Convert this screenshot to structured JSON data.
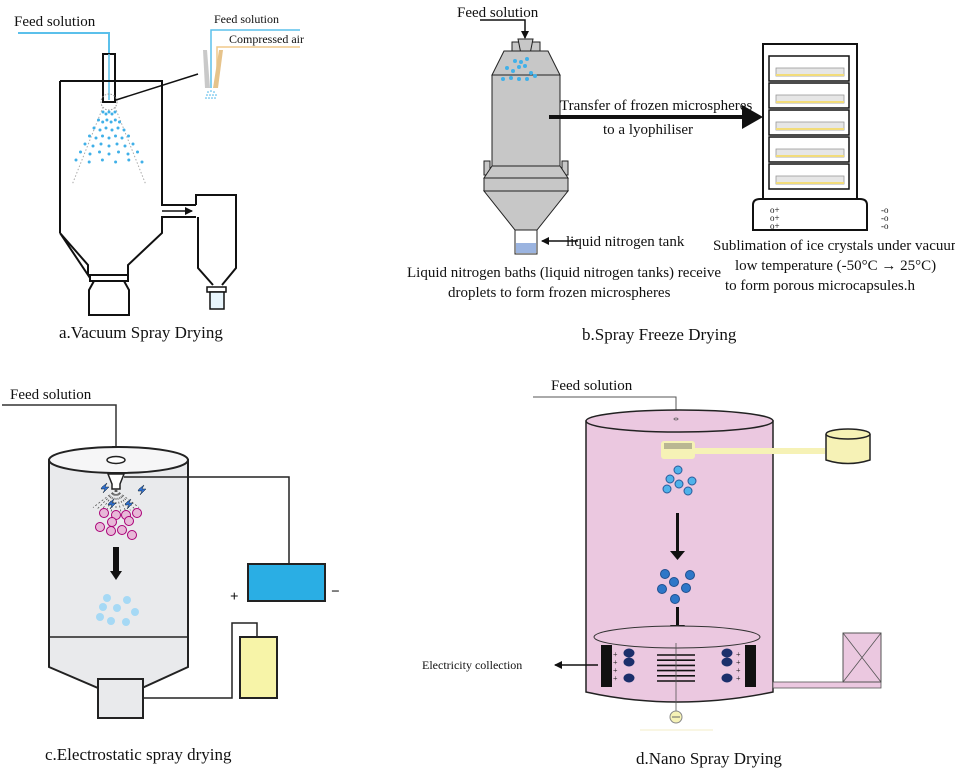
{
  "colors": {
    "feed_line": "#5bc0eb",
    "air_line": "#f1c98a",
    "droplet": "#40b0e8",
    "grey_body": "#c7c7c7",
    "pink_body": "#ebc8e0",
    "pink_particle": "#e8b8d8",
    "light_blue_particle": "#a6d9f5",
    "power_blue": "#2aaee4",
    "collector_yellow": "#f6f2a6",
    "nano_blue_light": "#4fb2ea",
    "nano_blue_mid": "#2e77c8",
    "nano_blue_dark": "#1b2f6b",
    "shelf_yellow": "#f2dc7a"
  },
  "panels": {
    "a": {
      "caption": "a.Vacuum Spray Drying",
      "feed_label": "Feed solution",
      "inset_feed_label": "Feed solution",
      "inset_air_label": "Compressed air"
    },
    "b": {
      "caption": "b.Spray Freeze Drying",
      "feed_label": "Feed solution",
      "transfer_label_line1": "Transfer of frozen microspheres",
      "transfer_label_line2": "to a lyophiliser",
      "tank_label": "liquid nitrogen tank",
      "bath_note_line1": "Liquid nitrogen baths (liquid nitrogen tanks) receive",
      "bath_note_line2": "droplets to form frozen microspheres",
      "sublimation_line1": "Sublimation of ice crystals under vacuum",
      "sublimation_line2": "low temperature (-50°C → 25°C)",
      "sublimation_line3": "to form porous microcapsules.h",
      "lyophiliser_shelves": 5,
      "control_left": [
        "o+",
        "o+",
        "o+"
      ],
      "control_right": [
        "-o",
        "-o",
        "-o"
      ]
    },
    "c": {
      "caption": "c.Electrostatic spray drying",
      "feed_label": "Feed solution",
      "plus_sign": "+",
      "minus_sign": "−"
    },
    "d": {
      "caption": "d.Nano Spray Drying",
      "feed_label": "Feed solution",
      "electricity_label": "Electricity collection",
      "plus_sign": "+",
      "ground_sign": "−"
    }
  }
}
